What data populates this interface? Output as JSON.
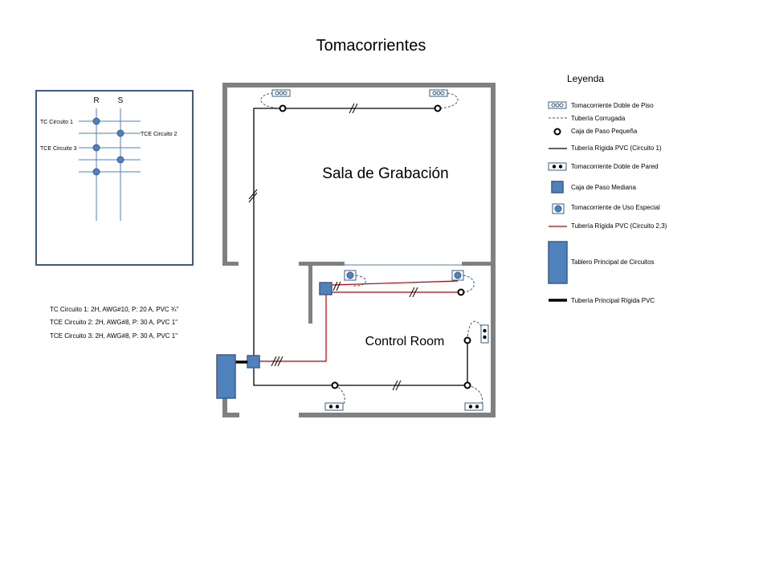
{
  "title": "Tomacorrientes",
  "rooms": {
    "recording": "Sala de Grabación",
    "control": "Control Room"
  },
  "schematic": {
    "col_r": "R",
    "col_s": "S",
    "labels": [
      "TC Circuito 1",
      "TCE Circuito  2",
      "TCE Circuito  3"
    ]
  },
  "specs": [
    "TC Circuito 1:  2H, AWG#10, P: 20 A,  PVC ¾\"",
    "TCE Circuito 2:  2H, AWG#8, P: 30 A,  PVC 1\"",
    "TCE Circuito 3:  2H, AWG#8, P: 30 A,  PVC 1\""
  ],
  "legend": {
    "title": "Leyenda",
    "items": [
      "Tomacorriente Doble de Piso",
      "Tubería Corrugada",
      "Caja de Paso Pequeña",
      "Tubería Rígida PVC (Circuito 1)",
      "Tomacorriente Doble de Pared",
      "Caja de Paso Mediana",
      "Tomacorriente de Uso Especial",
      "Tubería Rígida PVC (Circuito 2,3)",
      "Tablero Principal de Circuitos",
      "Tubería Principal Rígida PVC"
    ]
  },
  "colors": {
    "wall": "#808080",
    "device_fill": "#4f81bd",
    "device_stroke": "#385d8a",
    "circuit1": "#000000",
    "circuit23": "#c00000",
    "corrugated": "#385d8a"
  }
}
